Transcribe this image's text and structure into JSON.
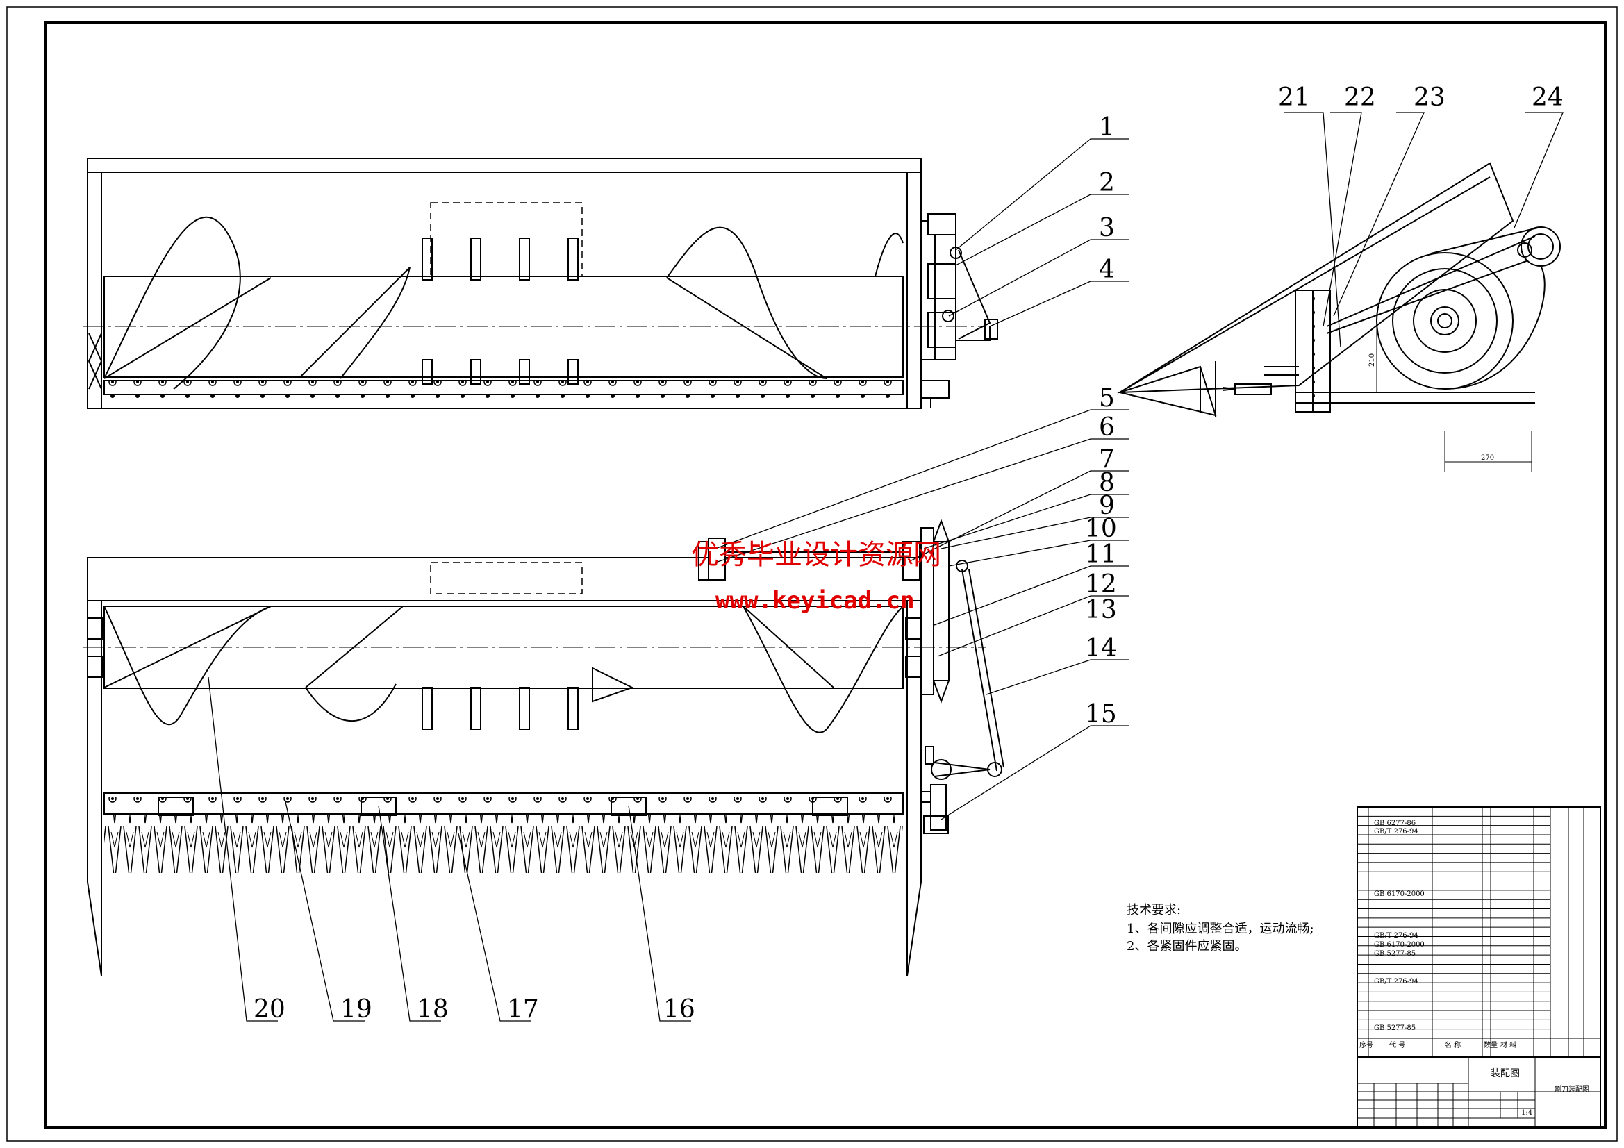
{
  "part_labels": [
    "1",
    "2",
    "3",
    "4",
    "5",
    "6",
    "7",
    "8",
    "9",
    "10",
    "11",
    "12",
    "13",
    "14",
    "15",
    "16",
    "17",
    "18",
    "19",
    "20",
    "21",
    "22",
    "23",
    "24"
  ],
  "watermark": {
    "line1": "优秀毕业设计资源网",
    "line2": "www.keyicad.cn"
  },
  "dimensions": {
    "vertical": "210",
    "horizontal": "270"
  },
  "tech_requirements": {
    "title": "技术要求:",
    "items": [
      "1、各间隙应调整合适，运动流畅;",
      "2、各紧固件应紧固。"
    ]
  },
  "title_block": {
    "drawing_name": "装配图",
    "right_name": "割刀装配图",
    "scale": "1:4",
    "header_cols": [
      "序号",
      "代 号",
      "名 称",
      "数量",
      "材 料"
    ]
  },
  "bom_codes": [
    "GB 6277-86",
    "GB/T 276-94",
    "GB 6170-2000",
    "GB/T 276-94",
    "GB 6170-2000",
    "GB 5277-85",
    "GB/T 276-94",
    "GB 5277-85"
  ]
}
